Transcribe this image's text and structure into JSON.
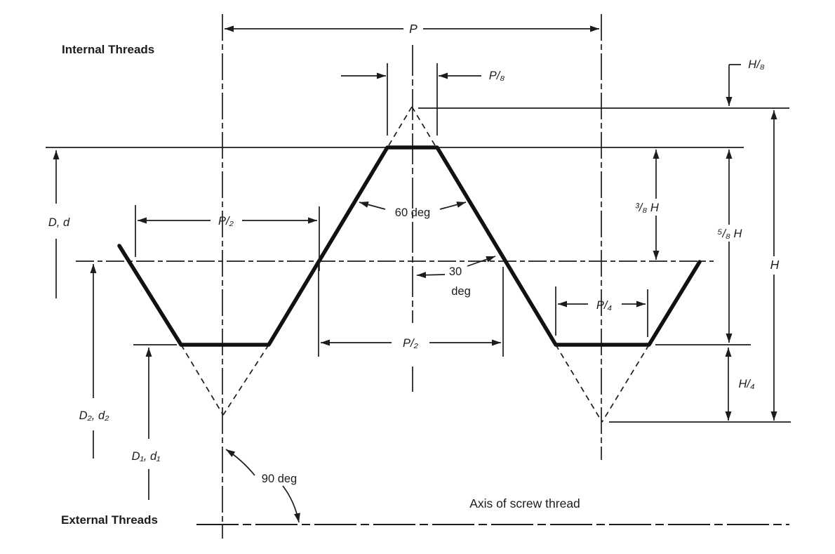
{
  "colors": {
    "ink": "#1c1c1c",
    "background": "#ffffff"
  },
  "labels": {
    "internal_threads": "Internal Threads",
    "external_threads": "External Threads",
    "axis_of_screw_thread": "Axis of screw thread",
    "pitch": "P",
    "pitch_eighth": "P/₈",
    "pitch_half_upper": "P/₂",
    "pitch_half_lower": "P/₂",
    "pitch_quarter": "P/₄",
    "height_eighth": "H/₈",
    "height_three_eighths": "³/₈ H",
    "height_five_eighths": "⁵/₈ H",
    "height_full": "H",
    "height_quarter": "H/₄",
    "angle_60": "60 deg",
    "angle_30_line1": "30",
    "angle_30_line2": "deg",
    "angle_90": "90 deg",
    "major_diameter": "D, d",
    "pitch_diameter": "D₂, d₂",
    "minor_diameter": "D₁, d₁"
  }
}
